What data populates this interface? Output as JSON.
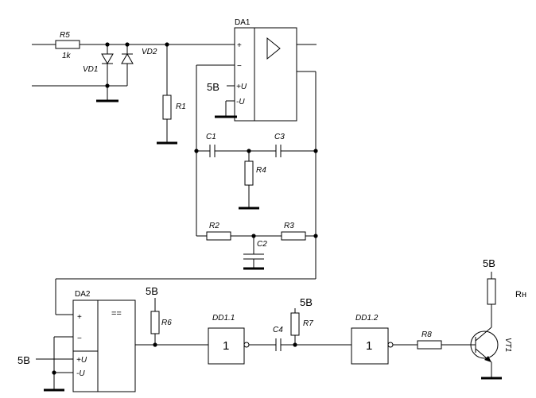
{
  "components": {
    "R5": {
      "ref": "R5",
      "value": "1k"
    },
    "VD1": {
      "ref": "VD1"
    },
    "VD2": {
      "ref": "VD2"
    },
    "R1": {
      "ref": "R1"
    },
    "DA1": {
      "ref": "DA1",
      "pin_plus": "+",
      "pin_minus": "−",
      "pin_vplus": "+U",
      "pin_vminus": "-U"
    },
    "C1": {
      "ref": "C1"
    },
    "C3": {
      "ref": "C3"
    },
    "R4": {
      "ref": "R4"
    },
    "R2": {
      "ref": "R2"
    },
    "R3": {
      "ref": "R3"
    },
    "C2": {
      "ref": "C2"
    },
    "DA2": {
      "ref": "DA2",
      "pin_plus": "+",
      "pin_minus": "−",
      "pin_vplus": "+U",
      "pin_vminus": "-U",
      "symbol": "=="
    },
    "R6": {
      "ref": "R6"
    },
    "DD1_1": {
      "ref": "DD1.1",
      "symbol": "1"
    },
    "C4": {
      "ref": "C4"
    },
    "R7": {
      "ref": "R7"
    },
    "DD1_2": {
      "ref": "DD1.2",
      "symbol": "1"
    },
    "R8": {
      "ref": "R8"
    },
    "VT1": {
      "ref": "VT1"
    },
    "Rn": {
      "ref": "Rн"
    }
  },
  "supply_labels": {
    "da1": "5В",
    "da2": "5В",
    "r6": "5В",
    "r7": "5В",
    "rn": "5В"
  }
}
